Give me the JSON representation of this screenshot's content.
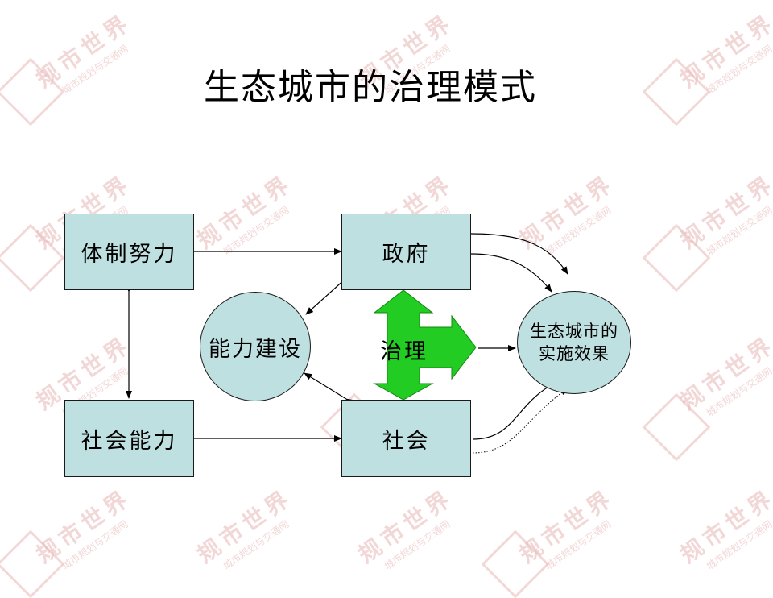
{
  "title": "生态城市的治理模式",
  "nodes": {
    "institutional_effort": "体制努力",
    "social_capacity": "社会能力",
    "government": "政府",
    "society": "社会",
    "capacity_building": "能力建设",
    "governance": "治理",
    "effect_line1": "生态城市的",
    "effect_line2": "实施效果"
  },
  "watermark": {
    "brand": "规市世界",
    "subtitle": "城市规划与交通网"
  },
  "colors": {
    "box_fill": "#bfe0e0",
    "arrow_green": "#22cc22",
    "watermark": "#e8b8b8"
  }
}
